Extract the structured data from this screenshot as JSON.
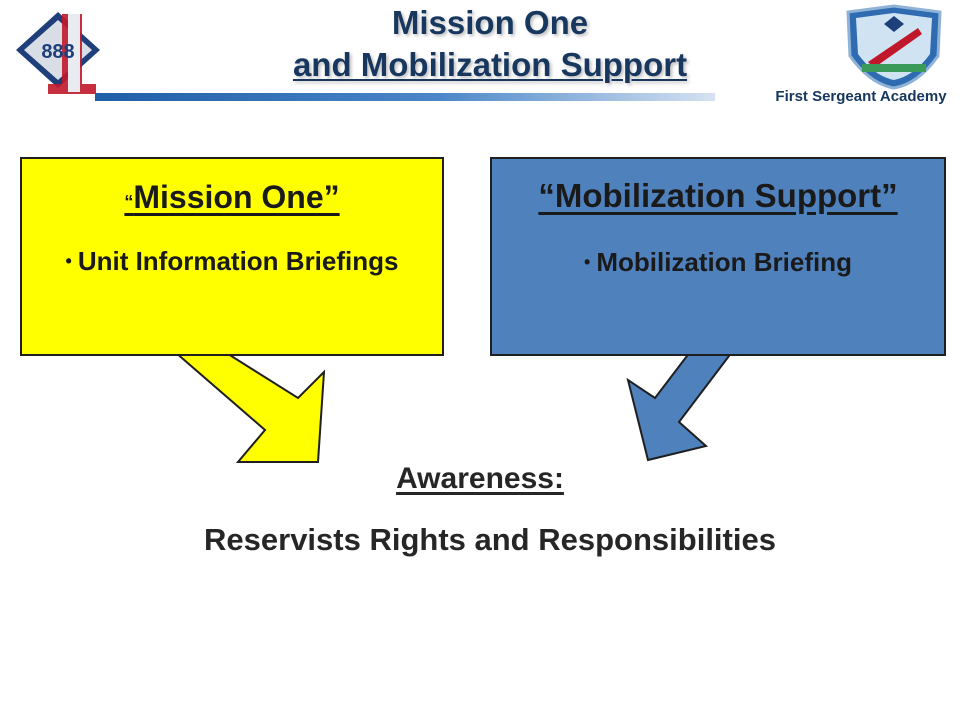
{
  "header": {
    "title_line1": "Mission One",
    "title_line2": "and Mobilization Support",
    "academy_label": "First Sergeant Academy",
    "left_logo_digits": "888",
    "left_logo_numeral": "1"
  },
  "boxes": {
    "mission_one": {
      "open_quote": "“",
      "title": "Mission One”",
      "bullet": "Unit Information Briefings",
      "color": "#ffff00"
    },
    "mobilization": {
      "title": "“Mobilization Support”",
      "bullet": "Mobilization Briefing",
      "color": "#4f81bd"
    }
  },
  "awareness": {
    "heading": "Awareness:",
    "subheading": "Reservists Rights and Responsibilities"
  },
  "colors": {
    "title": "#17375e",
    "yellow": "#ffff00",
    "blue": "#4f81bd"
  }
}
